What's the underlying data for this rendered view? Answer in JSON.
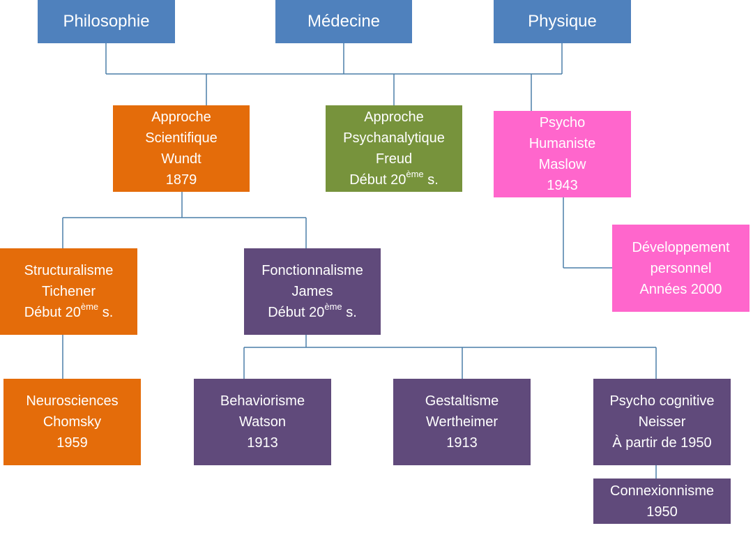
{
  "colors": {
    "blue": "#4f81bd",
    "orange": "#e46c0a",
    "green": "#77933c",
    "pink": "#ff66cc",
    "purple": "#604a7b",
    "connector": "#4a7ea8"
  },
  "nodes": {
    "philosophie": {
      "lines": [
        "Philosophie"
      ]
    },
    "medecine": {
      "lines": [
        "Médecine"
      ]
    },
    "physique": {
      "lines": [
        "Physique"
      ]
    },
    "scientifique": {
      "lines": [
        "Approche",
        "Scientifique",
        "Wundt",
        "1879"
      ]
    },
    "psychanalytique": {
      "lines": [
        "Approche",
        "Psychanalytique",
        "Freud"
      ],
      "last": {
        "pre": "Début 20",
        "sup": "ème",
        "post": " s."
      }
    },
    "humaniste": {
      "lines": [
        "Psycho",
        "Humaniste",
        "Maslow",
        "1943"
      ]
    },
    "developpement": {
      "lines": [
        "Développement",
        "personnel",
        "Années 2000"
      ]
    },
    "structuralisme": {
      "lines": [
        "Structuralisme",
        "Tichener"
      ],
      "last": {
        "pre": "Début 20",
        "sup": "ème",
        "post": " s."
      }
    },
    "fonctionnalisme": {
      "lines": [
        "Fonctionnalisme",
        "James"
      ],
      "last": {
        "pre": "Début 20",
        "sup": "ème",
        "post": " s."
      }
    },
    "neurosciences": {
      "lines": [
        "Neurosciences",
        "Chomsky",
        "1959"
      ]
    },
    "behaviorisme": {
      "lines": [
        "Behaviorisme",
        "Watson",
        "1913"
      ]
    },
    "gestaltisme": {
      "lines": [
        "Gestaltisme",
        "Wertheimer",
        "1913"
      ]
    },
    "cognitive": {
      "lines": [
        "Psycho cognitive",
        "Neisser",
        "À partir de 1950"
      ]
    },
    "connexionnisme": {
      "lines": [
        "Connexionnisme",
        "1950"
      ]
    }
  }
}
